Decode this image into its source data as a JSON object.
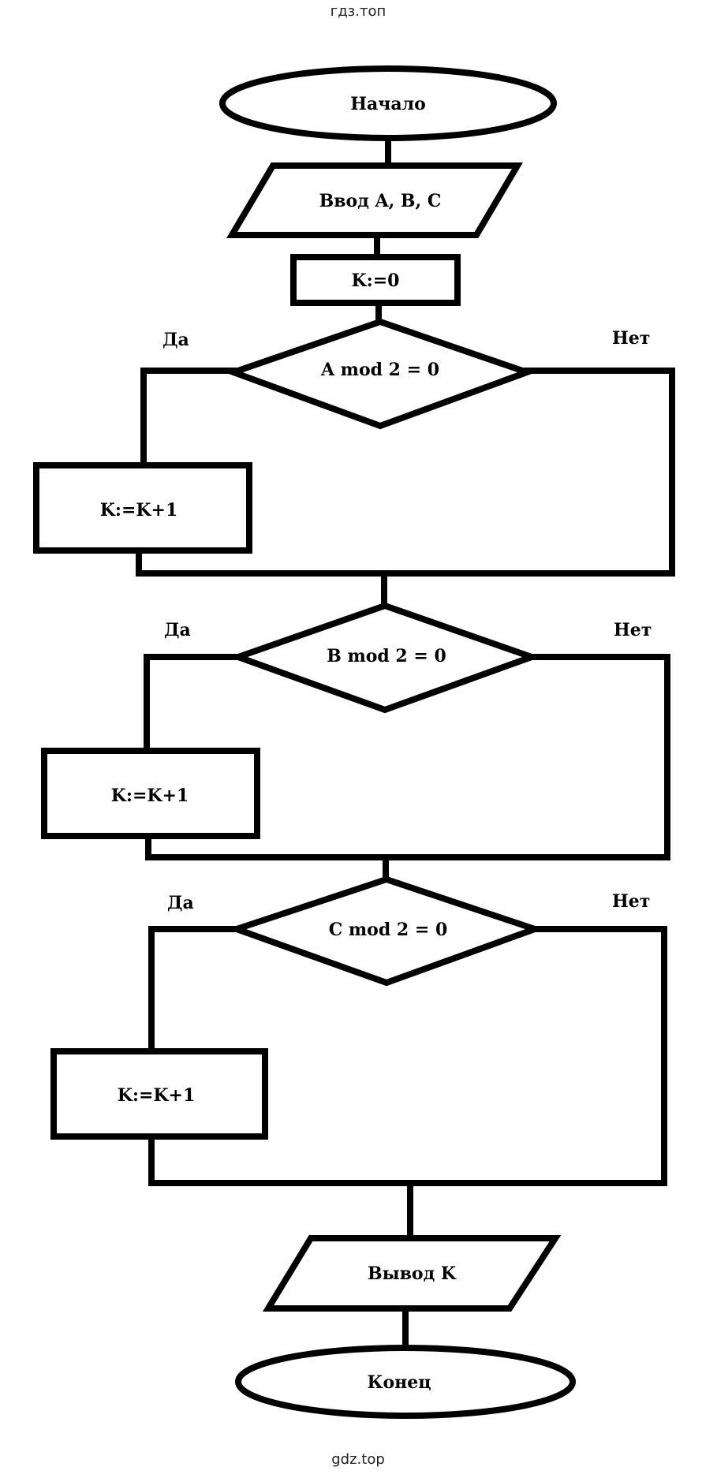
{
  "watermark_top": "гдз.топ",
  "watermark_bottom": "gdz.top",
  "nodes": {
    "start": "Начало",
    "input": "Ввод A, B, C",
    "init": "K:=0",
    "cond_a": "A mod 2 = 0",
    "incr_a": "K:=K+1",
    "cond_b": "B mod 2 = 0",
    "incr_b": "K:=K+1",
    "cond_c": "C mod 2 = 0",
    "incr_c": "K:=K+1",
    "output": "Вывод K",
    "end": "Конец"
  },
  "branches": {
    "a_yes": "Да",
    "a_no": "Нет",
    "b_yes": "Да",
    "b_no": "Нет",
    "c_yes": "Да",
    "c_no": "Нет"
  }
}
